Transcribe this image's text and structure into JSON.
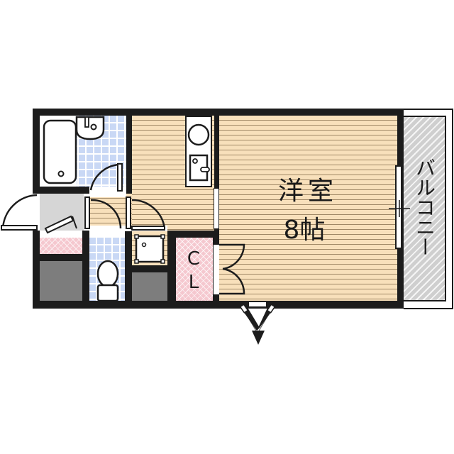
{
  "floorplan": {
    "main_room": {
      "type_label": "洋室",
      "size_label": "8帖"
    },
    "closet": {
      "label_line1": "C",
      "label_line2": "L"
    },
    "balcony": {
      "label": "バルコニー"
    },
    "icons": {
      "bathtub": "bathtub-icon",
      "washbasin": "washbasin-icon",
      "toilet": "toilet-icon",
      "kitchen_stove": "stove-icon",
      "kitchen_sink": "sink-icon",
      "washer_pan": "washer-pan-icon",
      "entrance_arrow": "entrance-arrow-icon"
    },
    "colors": {
      "wall": "#1c1c1c",
      "wood_floor": "#f8e0bb",
      "tile_floor": "#c9d8f5",
      "closet_floor": "#f5c8cf",
      "balcony_floor": "#cfcfcf",
      "storage": "#7d7d7d"
    }
  }
}
